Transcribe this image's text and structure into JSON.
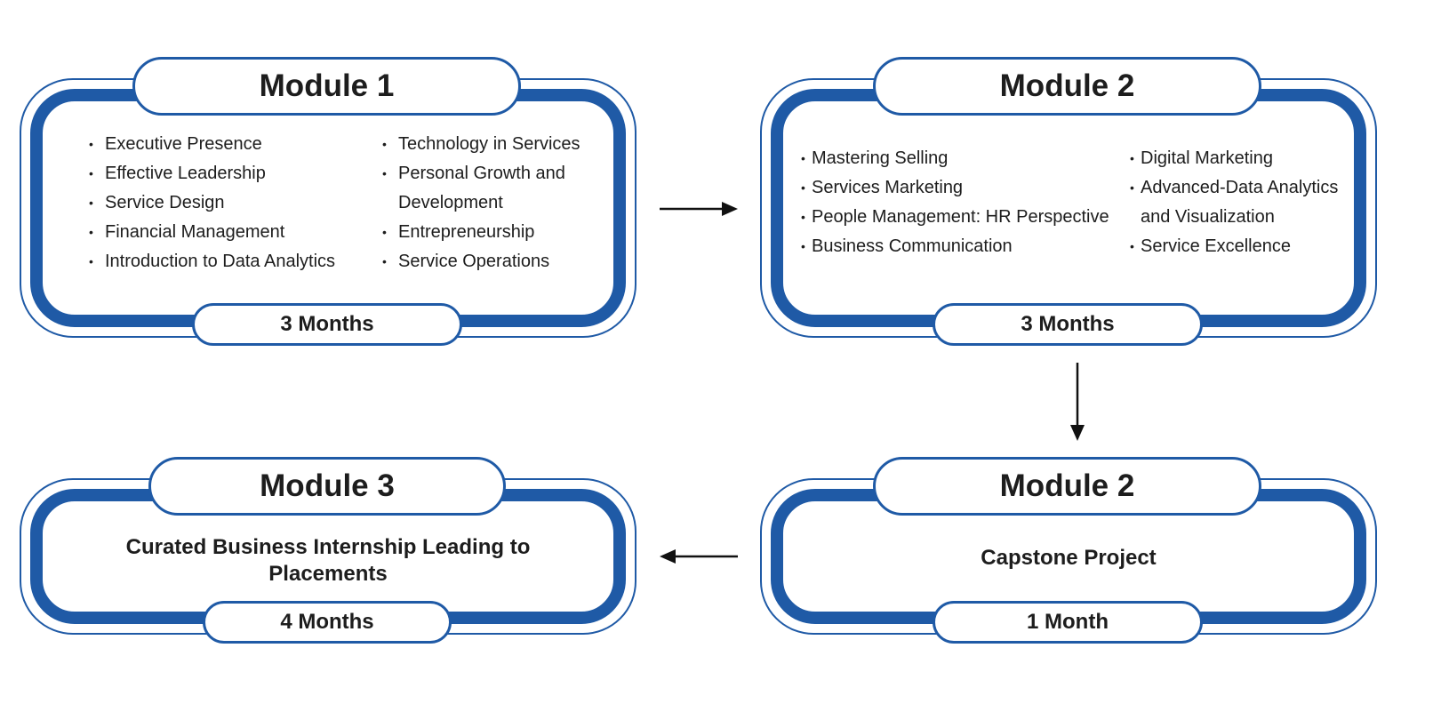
{
  "modules": [
    {
      "title": "Module 1",
      "duration": "3 Months",
      "col1": [
        "Executive Presence",
        "Effective Leadership",
        "Service Design",
        "Financial Management",
        "Introduction to Data Analytics"
      ],
      "col2": [
        "Technology in Services",
        "Personal Growth and Development",
        "Entrepreneurship",
        "Service Operations"
      ]
    },
    {
      "title": "Module 2",
      "duration": "3 Months",
      "col1": [
        "Mastering Selling",
        "Services Marketing",
        "People Management: HR Perspective",
        "Business Communication"
      ],
      "col2": [
        "Digital Marketing",
        "Advanced-Data Analytics and Visualization",
        "Service Excellence"
      ]
    },
    {
      "title": "Module 3",
      "duration": "4 Months",
      "body": "Curated Business Internship Leading to Placements"
    },
    {
      "title": "Module 2",
      "duration": "1 Month",
      "body": "Capstone Project"
    }
  ],
  "colors": {
    "accent": "#1f5aa6",
    "text": "#1d1d1d",
    "arrow": "#111111"
  }
}
